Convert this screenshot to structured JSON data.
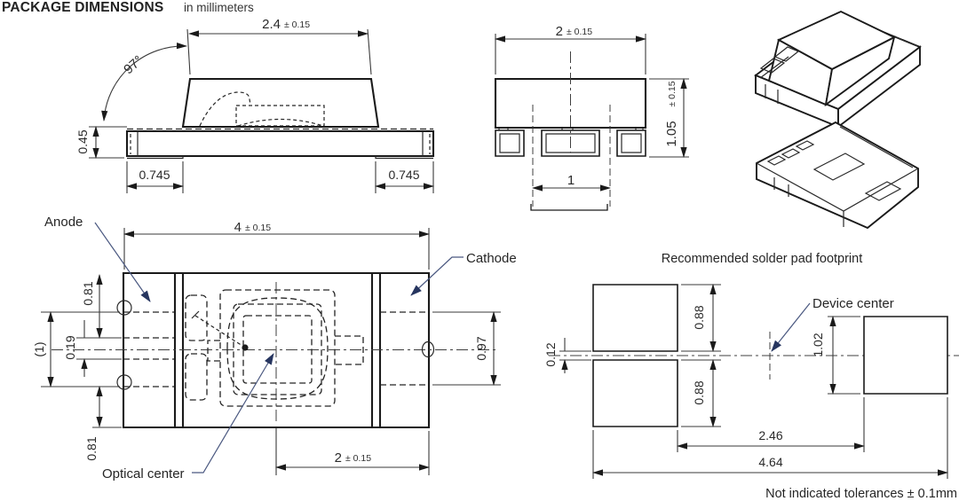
{
  "title": {
    "main": "PACKAGE DIMENSIONS",
    "sub": "in millimeters"
  },
  "side_view": {
    "width": "2.4",
    "width_tol": "± 0.15",
    "angle": "97°",
    "thickness": "0.45",
    "pad_left": "0.745",
    "pad_right": "0.745"
  },
  "end_view": {
    "width": "2",
    "width_tol": "± 0.15",
    "height": "1.05",
    "height_tol": "± 0.15",
    "pad_spacing": "1"
  },
  "top_view": {
    "anode": "Anode",
    "cathode": "Cathode",
    "optical_center": "Optical center",
    "length": "4",
    "length_tol": "± 0.15",
    "pad_top": "0.81",
    "slot": "0.19",
    "ref_width": "(1)",
    "pad_bottom": "0.81",
    "cathode_pad": "0.97",
    "half_length": "2",
    "half_length_tol": "± 0.15"
  },
  "footprint": {
    "title": "Recommended solder pad footprint",
    "device_center": "Device center",
    "pad_upper": "0.88",
    "pad_lower": "0.88",
    "gap": "0.12",
    "right_pad_height": "1.02",
    "inner_span": "2.46",
    "outer_span": "4.64"
  },
  "footer": {
    "tolerance_note": "Not indicated tolerances ± 0.1mm"
  },
  "colors": {
    "line": "#1a1a1a",
    "dim": "#3a3a3a",
    "leader": "#4a5880",
    "background": "#ffffff"
  }
}
